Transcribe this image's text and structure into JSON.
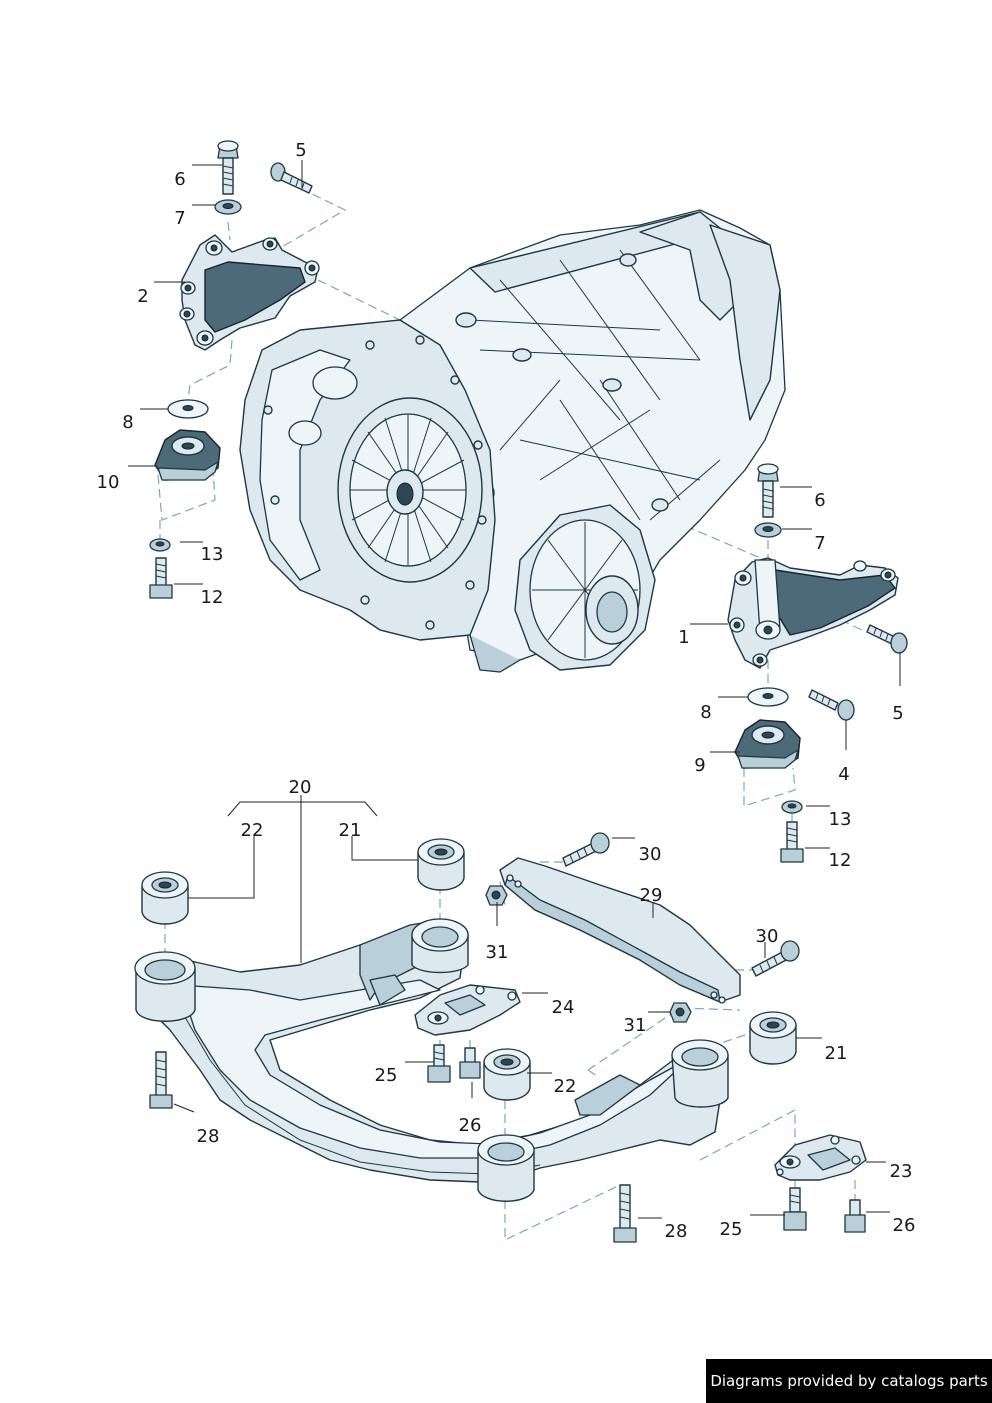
{
  "labels": {
    "l1": "1",
    "l2": "2",
    "l4": "4",
    "l5a": "5",
    "l5b": "5",
    "l6a": "6",
    "l6b": "6",
    "l7a": "7",
    "l7b": "7",
    "l8a": "8",
    "l8b": "8",
    "l9": "9",
    "l10": "10",
    "l12a": "12",
    "l12b": "12",
    "l13a": "13",
    "l13b": "13",
    "l20": "20",
    "l21a": "21",
    "l21b": "21",
    "l22a": "22",
    "l22b": "22",
    "l23": "23",
    "l24": "24",
    "l25a": "25",
    "l25b": "25",
    "l26a": "26",
    "l26b": "26",
    "l28a": "28",
    "l28b": "28",
    "l29": "29",
    "l30a": "30",
    "l30b": "30",
    "l31a": "31",
    "l31b": "31"
  },
  "credit": "Diagrams provided by catalogs parts"
}
